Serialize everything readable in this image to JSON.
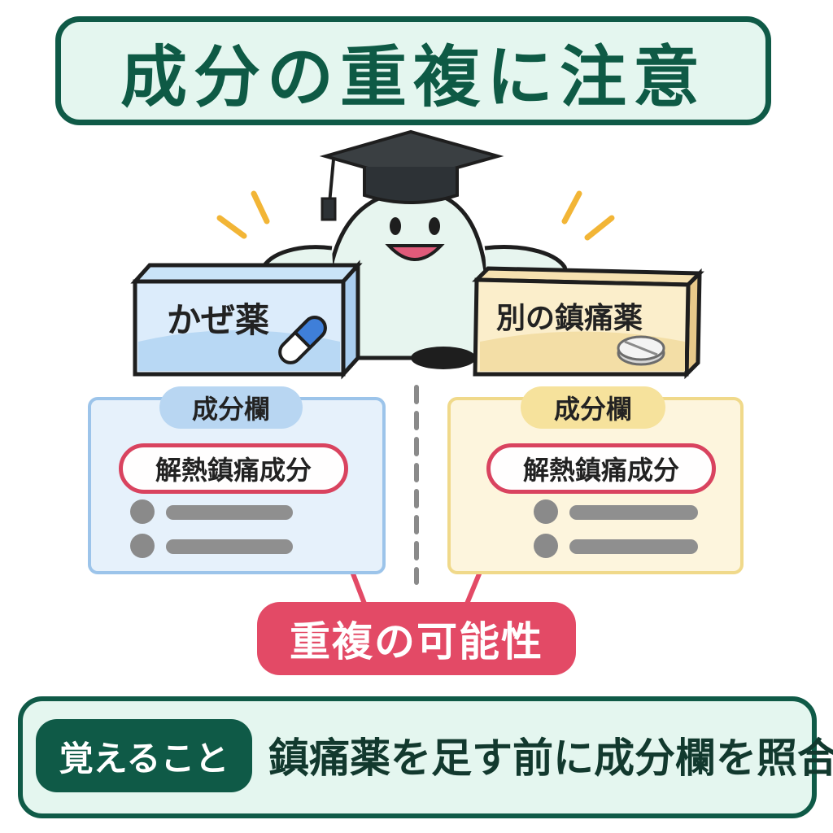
{
  "title": "成分の重複に注意",
  "products": {
    "left": "かぜ薬",
    "right": "別の鎮痛薬"
  },
  "panels": {
    "left": {
      "section_label": "成分欄",
      "ingredient": "解熱鎮痛成分"
    },
    "right": {
      "section_label": "成分欄",
      "ingredient": "解熱鎮痛成分"
    }
  },
  "result": "重複の可能性",
  "memo": {
    "tag": "覚えること",
    "text": "鎮痛薬を足す前に成分欄を照合"
  },
  "colors": {
    "primary_green": "#0f5a47",
    "alert_red": "#e34a66",
    "blue_panel": "#e6f1fb",
    "yellow_panel": "#fdf5dd"
  }
}
